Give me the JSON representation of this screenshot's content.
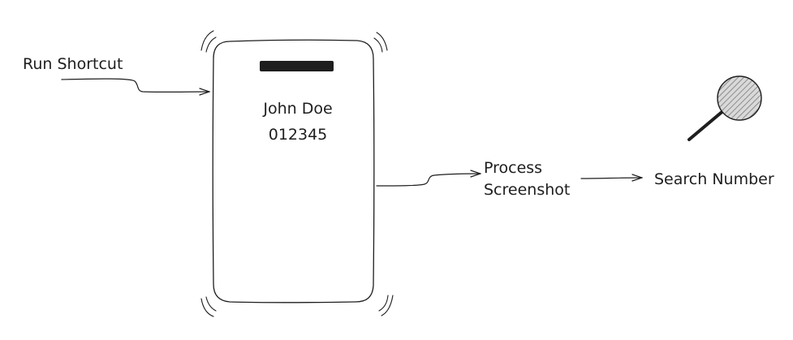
{
  "diagram": {
    "step_run": "Run Shortcut",
    "phone": {
      "name": "John Doe",
      "number": "012345"
    },
    "step_process_line1": "Process",
    "step_process_line2": "Screenshot",
    "step_search": "Search Number",
    "colors": {
      "ink": "#1e1e1e",
      "magnifier_fill": "#bdbdbd"
    }
  }
}
